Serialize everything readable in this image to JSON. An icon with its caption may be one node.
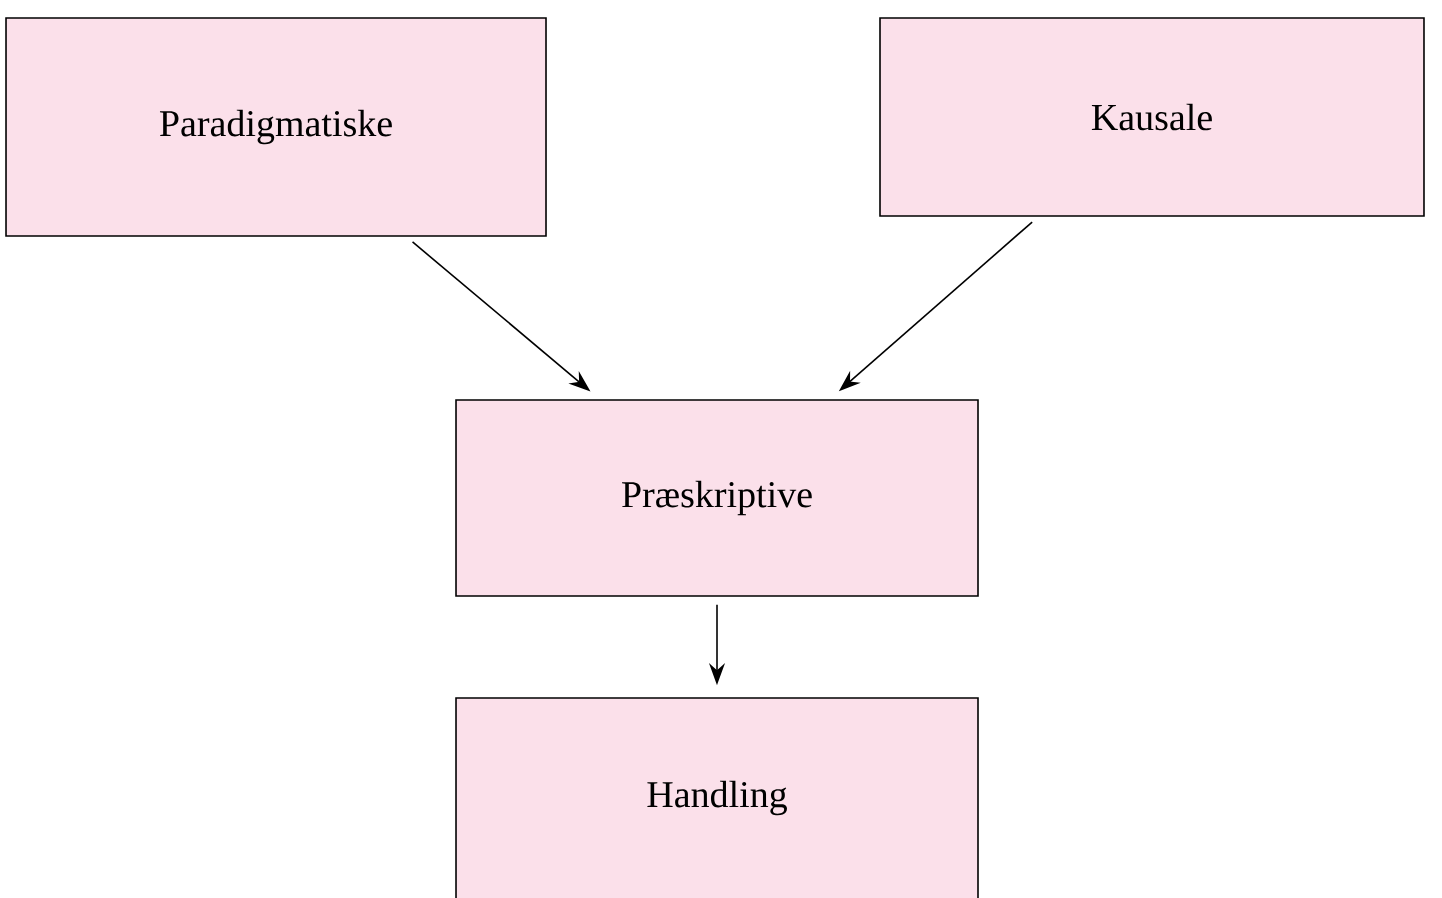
{
  "diagram": {
    "nodes": [
      {
        "text": [
          "Paradigmatiske"
        ]
      },
      {
        "text": [
          "Kausale"
        ]
      },
      {
        "text": [
          "Præskriptive"
        ]
      },
      {
        "text": [
          "Handling"
        ]
      }
    ],
    "edges": [
      {
        "from": 0,
        "to": 2,
        "arrow": "to"
      },
      {
        "from": 1,
        "to": 2,
        "arrow": "to"
      },
      {
        "from": 2,
        "to": 3,
        "arrow": "to"
      }
    ]
  }
}
